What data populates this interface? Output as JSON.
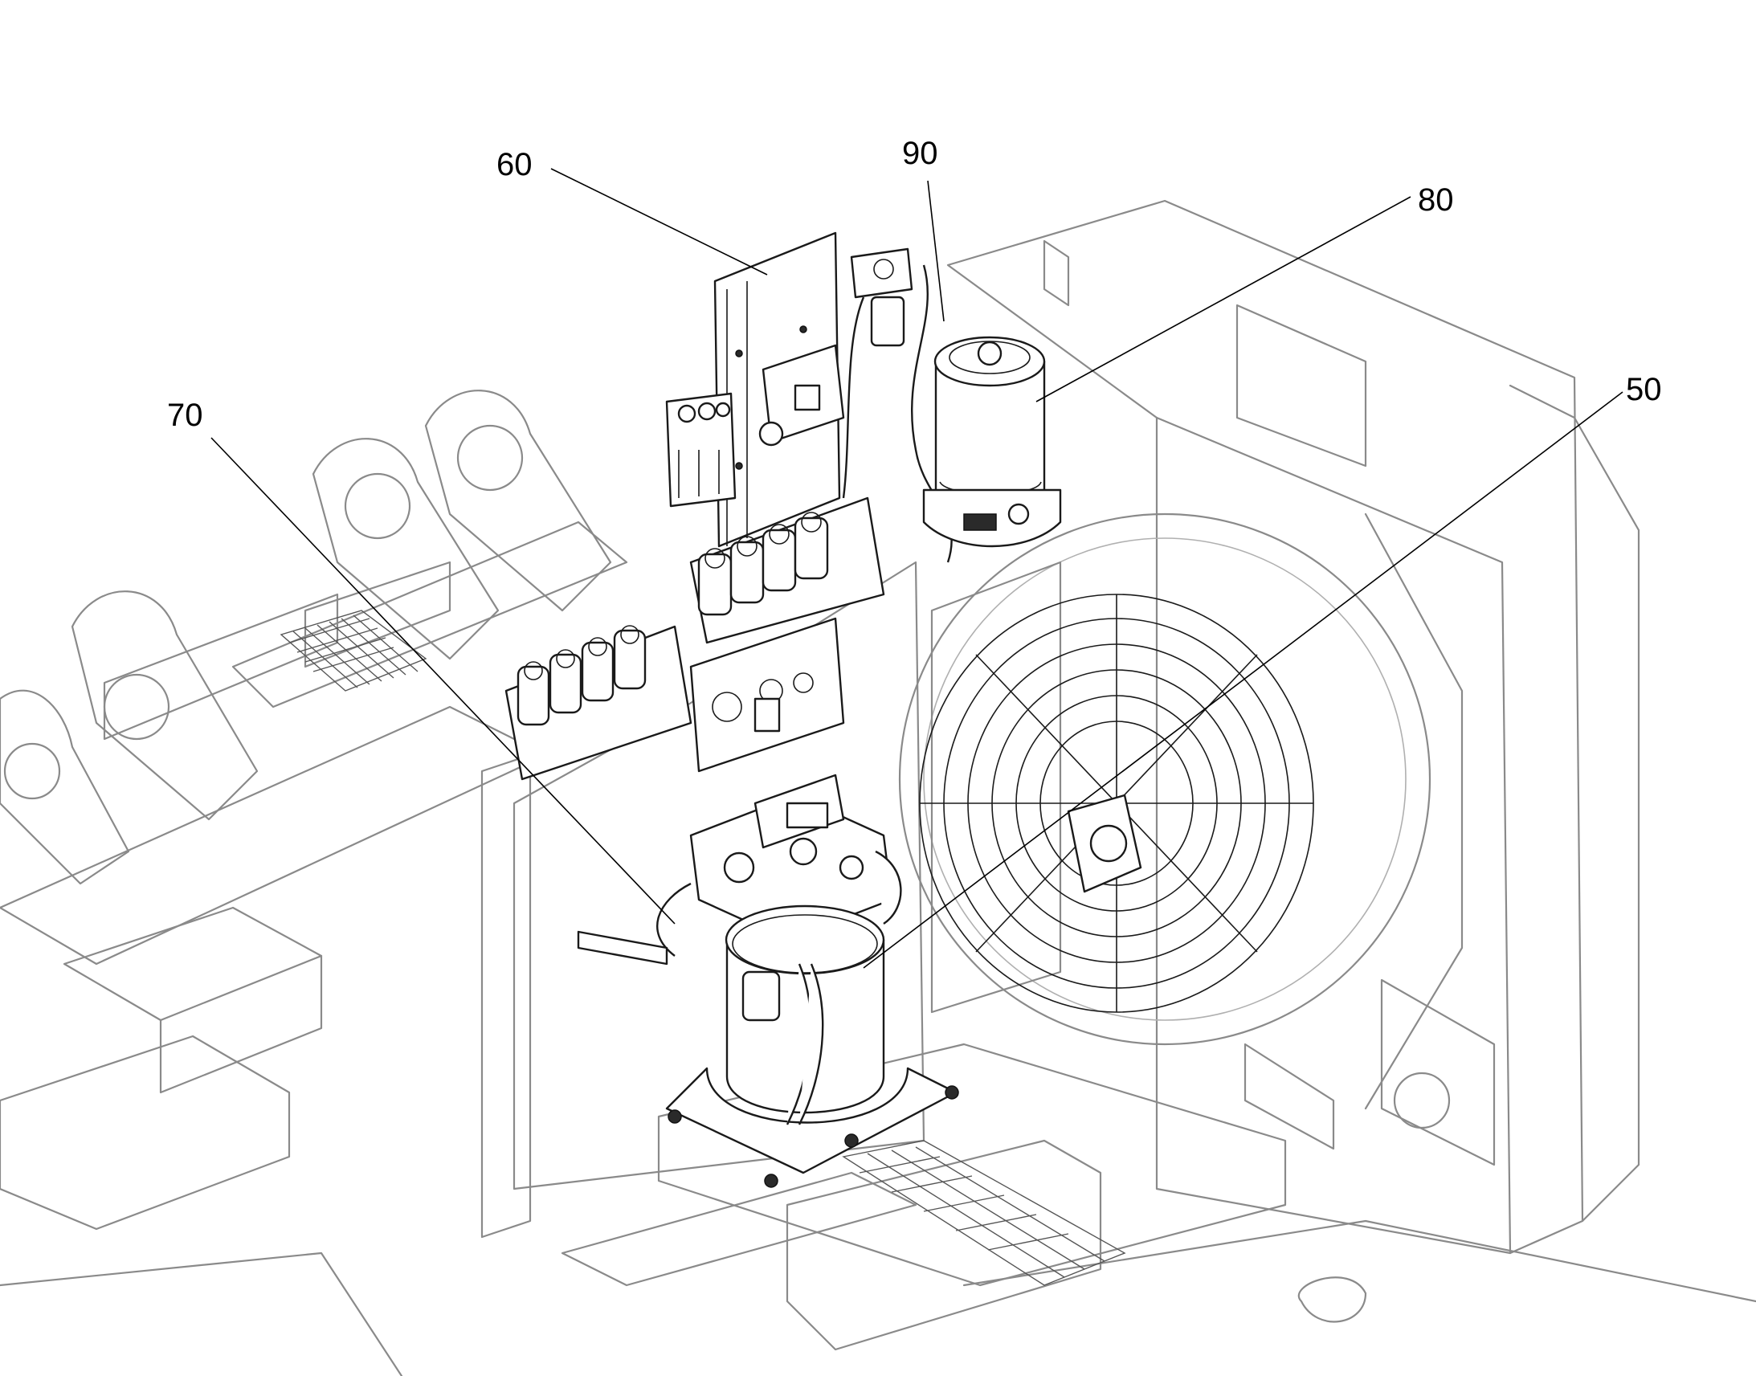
{
  "callouts": [
    {
      "id": "60",
      "label": "60"
    },
    {
      "id": "90",
      "label": "90"
    },
    {
      "id": "80",
      "label": "80"
    },
    {
      "id": "70",
      "label": "70"
    },
    {
      "id": "50",
      "label": "50"
    }
  ]
}
